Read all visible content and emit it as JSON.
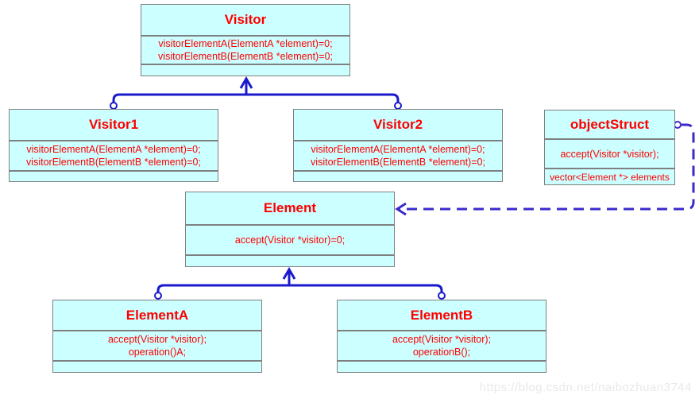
{
  "diagram": {
    "type": "uml-class-diagram",
    "pattern": "Visitor",
    "watermark": "https://blog.csdn.net/naibozhuan3744"
  },
  "colors": {
    "box_fill": "#ccffff",
    "box_border": "#7f7f7f",
    "text_red": "#ff0000",
    "solid_connector_blue": "#1a1acd",
    "dashed_connector_blue": "#3a2acc",
    "watermark_gray": "#e9e9e9",
    "background": "#ffffff"
  },
  "classes": {
    "visitor": {
      "title": "Visitor",
      "methods": [
        "visitorElementA(ElementA *element)=0;",
        "visitorElementB(ElementB *element)=0;"
      ]
    },
    "visitor1": {
      "title": "Visitor1",
      "methods": [
        "visitorElementA(ElementA *element)=0;",
        "visitorElementB(ElementB *element)=0;"
      ]
    },
    "visitor2": {
      "title": "Visitor2",
      "methods": [
        "visitorElementA(ElementA *element)=0;",
        "visitorElementB(ElementB *element)=0;"
      ]
    },
    "object_struct": {
      "title": "objectStruct",
      "methods": [
        "accept(Visitor *visitor);"
      ],
      "attributes": [
        "vector<Element *> elements"
      ]
    },
    "element": {
      "title": "Element",
      "methods": [
        "accept(Visitor *visitor)=0;"
      ]
    },
    "element_a": {
      "title": "ElementA",
      "methods": [
        "accept(Visitor *visitor);",
        "operation()A;"
      ]
    },
    "element_b": {
      "title": "ElementB",
      "methods": [
        "accept(Visitor *visitor);",
        "operationB();"
      ]
    }
  },
  "relationships": [
    {
      "type": "generalization-solid",
      "from": [
        "Visitor1",
        "Visitor2"
      ],
      "to": "Visitor"
    },
    {
      "type": "generalization-solid",
      "from": [
        "ElementA",
        "ElementB"
      ],
      "to": "Element"
    },
    {
      "type": "dependency-dashed",
      "from": "objectStruct",
      "to": "Element"
    }
  ]
}
